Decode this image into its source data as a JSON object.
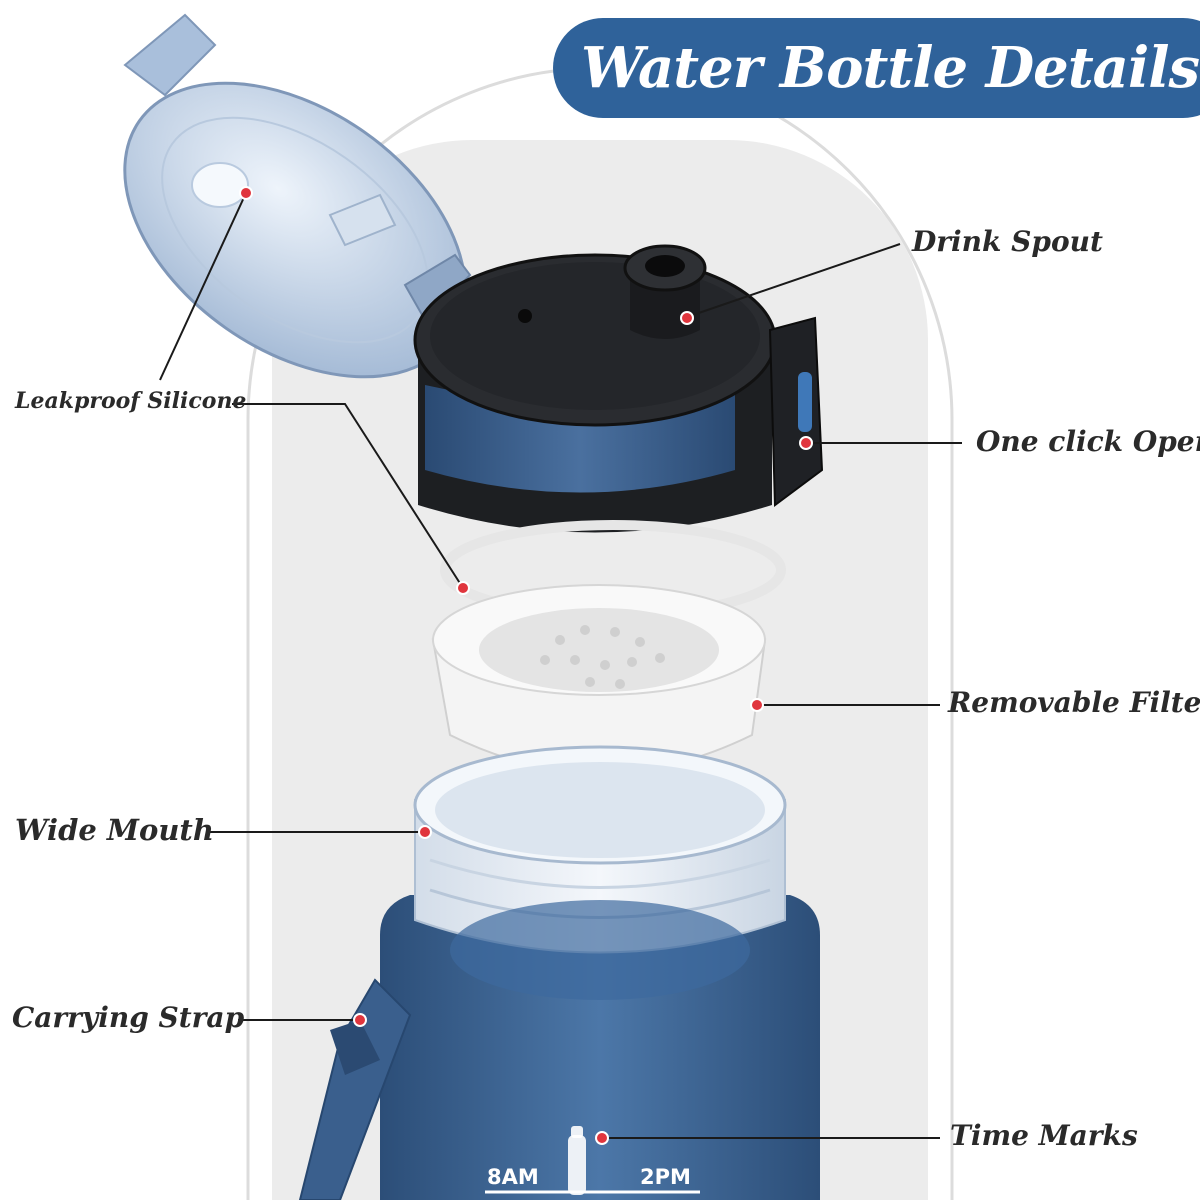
{
  "title": "Water Bottle Details",
  "callouts": {
    "drink_spout": "Drink Spout",
    "leakproof_silicone": "Leakproof Silicone",
    "one_click_open": "One click Open",
    "removable_filter": "Removable Filter",
    "wide_mouth": "Wide Mouth",
    "carrying_strap": "Carrying Strap",
    "time_marks": "Time Marks"
  },
  "bottle_marks": {
    "left_time": "8AM",
    "right_time": "2PM"
  },
  "colors": {
    "title_bg": "#2f629a",
    "bottle_blue": "#3b5f8c",
    "dot_red": "#e0353d",
    "frame_grey": "#ececec"
  }
}
